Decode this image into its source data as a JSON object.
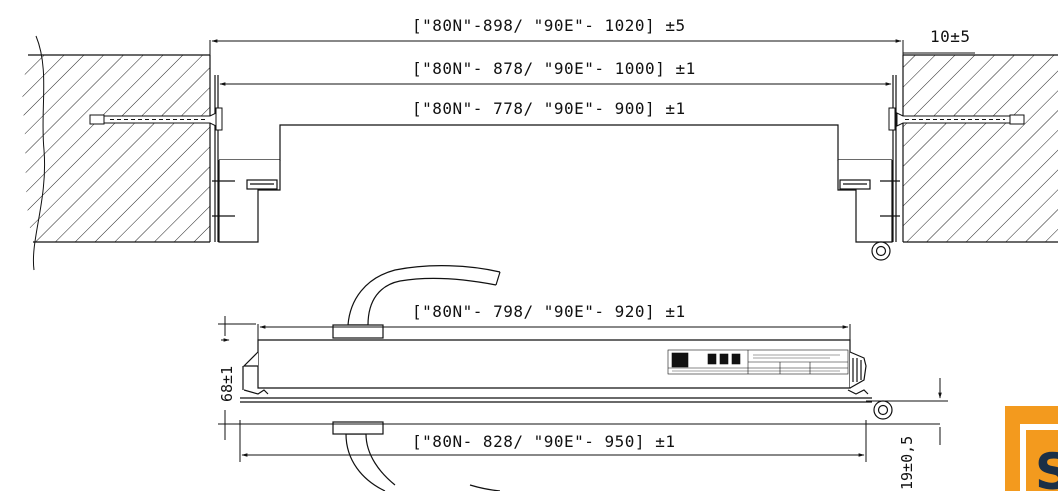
{
  "dimensions": {
    "overall_outer": "[\"80N\"-898/ \"90E\"- 1020] ±5",
    "clearance": "10±5",
    "mid": "[\"80N\"- 878/ \"90E\"- 1000] ±1",
    "inner": "[\"80N\"- 778/ \"90E\"- 900] ±1",
    "bar_top": "[\"80N\"- 798/ \"90E\"- 920] ±1",
    "bar_bottom": "[\"80N- 828/ \"90E\"- 950] ±1",
    "height_left": "68±1",
    "height_right": "19±0,5"
  },
  "colors": {
    "line": "#111111",
    "logo": "#f39a1e"
  }
}
